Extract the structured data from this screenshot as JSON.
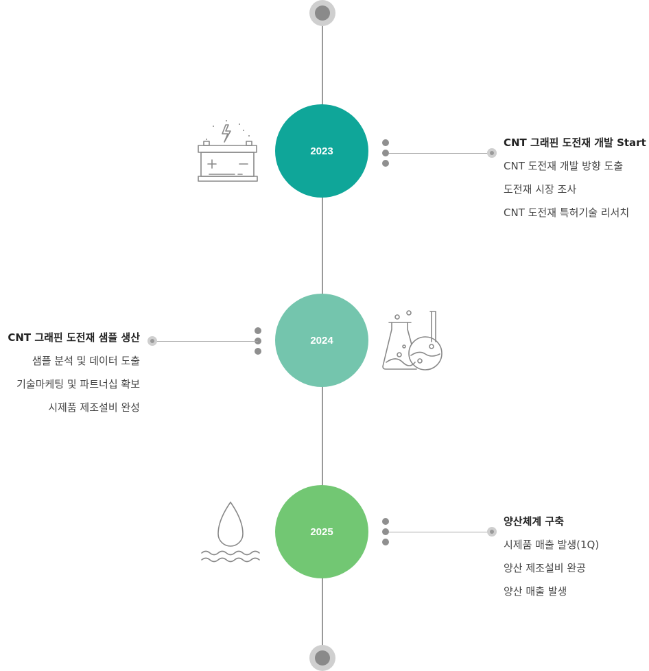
{
  "colors": {
    "c2023": "#0fa699",
    "c2024": "#74c5ad",
    "c2025": "#72c773",
    "line": "#999999",
    "icon": "#888888"
  },
  "milestones": [
    {
      "year": "2023",
      "icon": "battery-icon",
      "title": "CNT 그래핀 도전재 개발 Start",
      "items": [
        "CNT 도전재 개발 방향 도출",
        "도전재 시장 조사",
        "CNT 도전재 특허기술 리서치"
      ]
    },
    {
      "year": "2024",
      "icon": "flask-icon",
      "title": "CNT 그래핀 도전재 샘플 생산",
      "items": [
        "샘플 분석 및 데이터 도출",
        "기술마케팅 및 파트너십 확보",
        "시제품 제조설비 완성"
      ]
    },
    {
      "year": "2025",
      "icon": "water-drop-icon",
      "title": "양산체계 구축",
      "items": [
        "시제품 매출 발생(1Q)",
        "양산 제조설비 완공",
        "양산 매출 발생"
      ]
    }
  ]
}
